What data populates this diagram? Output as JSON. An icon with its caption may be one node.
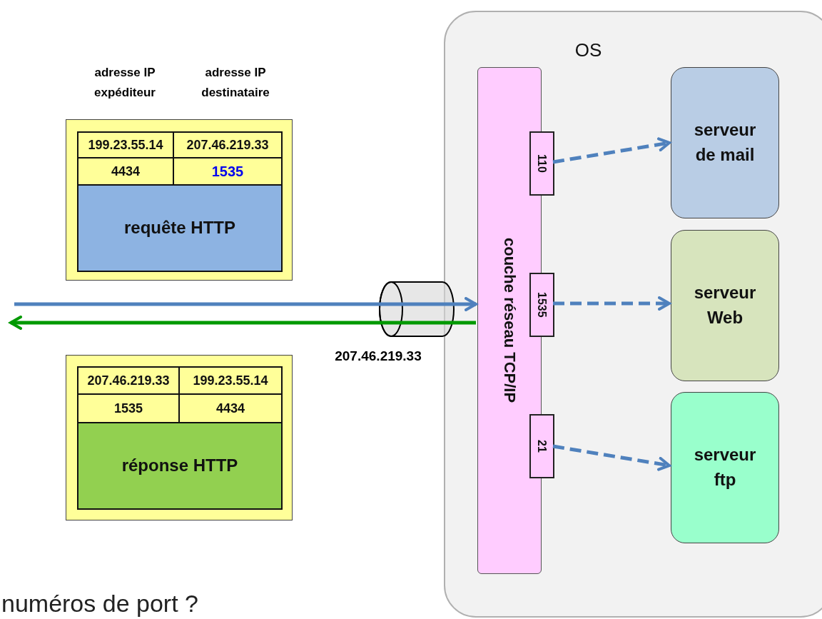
{
  "diagram": {
    "nodes": [
      {
        "text": [
          "OS"
        ]
      },
      {
        "text": [
          "couche réseau TCP/IP"
        ],
        "in": 0
      },
      {
        "text": [
          "110"
        ],
        "in": 0
      },
      {
        "text": [
          "1535"
        ],
        "in": 0
      },
      {
        "text": [
          "21"
        ],
        "in": 0
      },
      {
        "text": [
          "serveur de mail"
        ],
        "in": 0
      },
      {
        "text": [
          "serveur Web"
        ],
        "in": 0
      },
      {
        "text": [
          "serveur ftp"
        ],
        "in": 0
      },
      {
        "text": [],
        "shape": "cylinder",
        "beside": [
          "207.46.219.33"
        ]
      },
      {
        "text": [],
        "shape": "box"
      },
      {
        "text": [
          "199.23.55.14"
        ],
        "in": 9
      },
      {
        "text": [
          "207.46.219.33"
        ],
        "in": 9
      },
      {
        "text": [
          "4434"
        ],
        "in": 9
      },
      {
        "text": [
          "1535"
        ],
        "in": 9
      },
      {
        "text": [
          "requête HTTP"
        ],
        "in": 9
      },
      {
        "text": [],
        "shape": "box"
      },
      {
        "text": [
          "207.46.219.33"
        ],
        "in": 15
      },
      {
        "text": [
          "199.23.55.14"
        ],
        "in": 15
      },
      {
        "text": [
          "1535"
        ],
        "in": 15
      },
      {
        "text": [
          "4434"
        ],
        "in": 15
      },
      {
        "text": [
          "réponse HTTP"
        ],
        "in": 15
      }
    ],
    "edges": [
      {
        "from": 2,
        "to": 5,
        "arrow": "to",
        "style": "dashed"
      },
      {
        "from": 3,
        "to": 6,
        "arrow": "to",
        "style": "dashed"
      },
      {
        "from": 4,
        "to": 7,
        "arrow": "to",
        "style": "dashed"
      },
      {
        "from": null,
        "to": 1,
        "arrow": "to"
      },
      {
        "from": 1,
        "to": null,
        "arrow": "to",
        "color": "#009900"
      }
    ],
    "labels": [
      "adresse IP expéditeur",
      "adresse IP destinataire",
      "numéros de port ?"
    ]
  }
}
